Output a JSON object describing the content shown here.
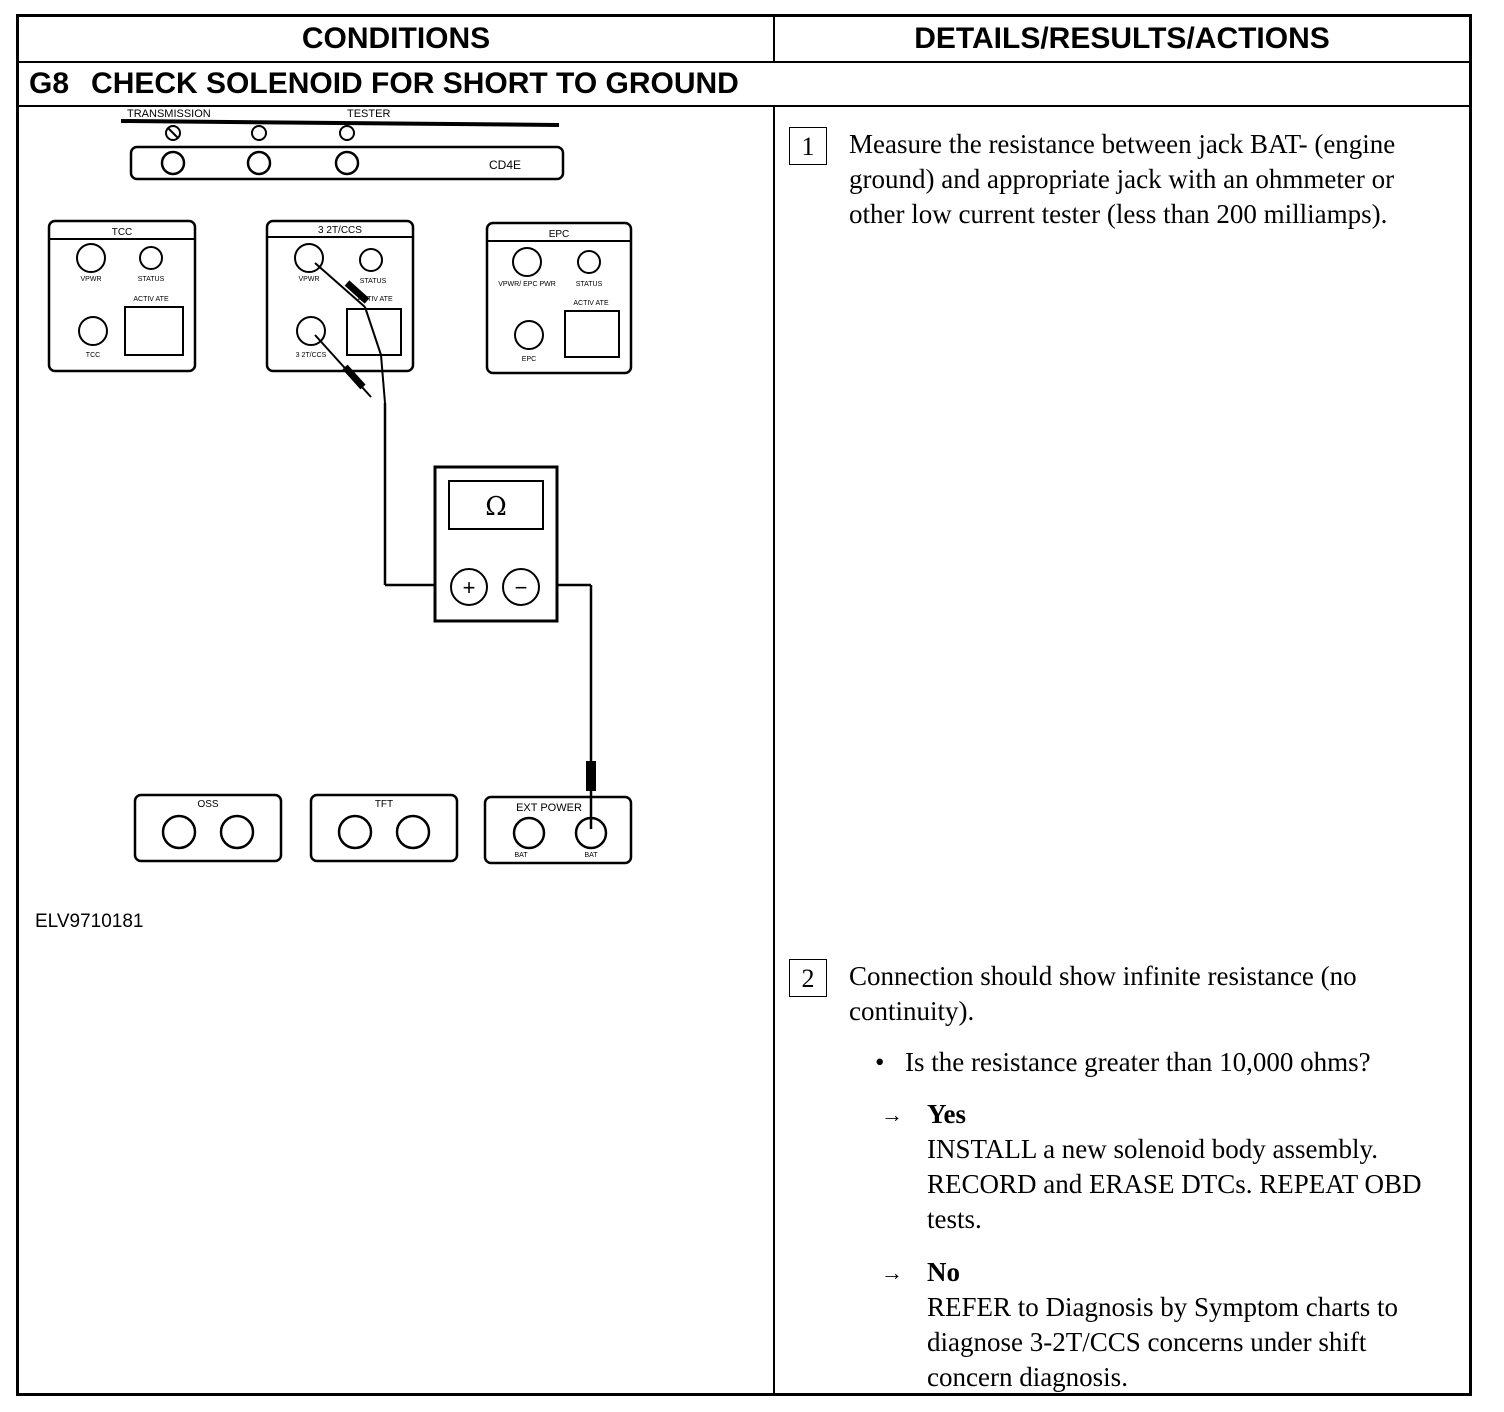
{
  "headers": {
    "left": "CONDITIONS",
    "right": "DETAILS/RESULTS/ACTIONS"
  },
  "step": {
    "code": "G8",
    "title": "CHECK SOLENOID FOR SHORT TO GROUND"
  },
  "diagram": {
    "top_labels": {
      "transmission": "TRANSMISSION",
      "tester": "TESTER",
      "model": "CD4E"
    },
    "tcc": {
      "name": "TCC",
      "vpwr": "VPWR",
      "status": "STATUS",
      "activate": "ACTIV ATE",
      "jack": "TCC"
    },
    "ccs": {
      "name": "3 2T/CCS",
      "vpwr": "VPWR",
      "status": "STATUS",
      "activate": "ACTIV ATE",
      "jack": "3 2T/CCS"
    },
    "epc": {
      "name": "EPC",
      "vpwr": "VPWR/ EPC PWR",
      "status": "STATUS",
      "activate": "ACTIV ATE",
      "jack": "EPC"
    },
    "meter_symbol": "Ω",
    "plus": "+",
    "minus": "−",
    "oss": "OSS",
    "tft": "TFT",
    "ext_power": "EXT POWER",
    "bat_left": "BAT",
    "bat_right": "BAT",
    "figure_code": "ELV9710181"
  },
  "details": {
    "step1": {
      "number": "1",
      "text": "Measure the resistance between jack BAT- (engine ground) and appropriate jack with an ohmmeter or other low current tester (less than 200 milliamps)."
    },
    "step2": {
      "number": "2",
      "text": "Connection should show infinite resistance (no continuity)."
    },
    "question": "Is the resistance greater than 10,000 ohms?",
    "yes": {
      "label": "Yes",
      "action": "INSTALL a new solenoid body assembly. RECORD and ERASE DTCs. REPEAT OBD tests."
    },
    "no": {
      "label": "No",
      "action": "REFER to Diagnosis by Symptom charts to diagnose 3-2T/CCS concerns under shift concern diagnosis."
    }
  }
}
